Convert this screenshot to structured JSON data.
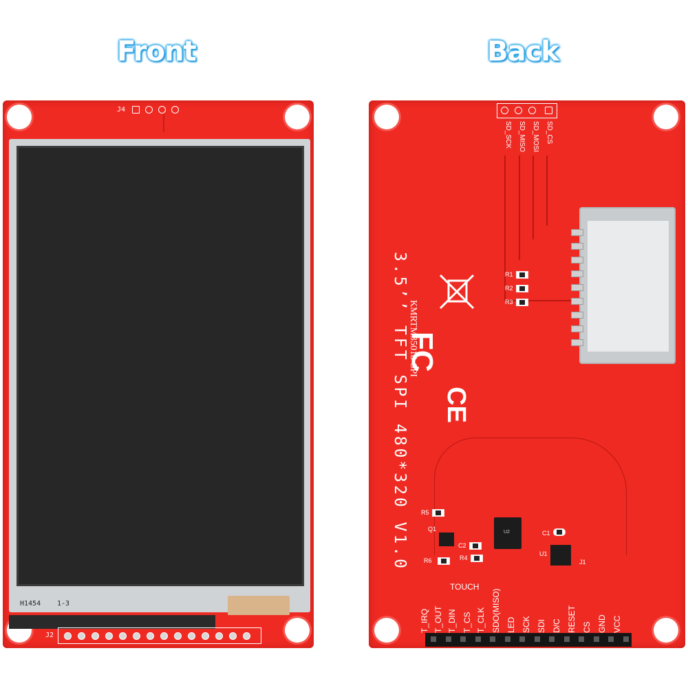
{
  "headings": {
    "front": "Front",
    "back": "Back"
  },
  "front": {
    "connector_j4_label": "J4",
    "connector_j2_label": "J2",
    "fpc_marking": "H1454",
    "fpc_marking_2": "1-3",
    "header_pin_count": 14
  },
  "back": {
    "sd_pins": [
      "SD_SCK",
      "SD_MISO",
      "SD_MOSI",
      "SD_CS"
    ],
    "model_title": "3.5’’ TFT SPI 480*320 V1.0",
    "model_number": "KMRTM35018-SPI",
    "certification_fc": "FC",
    "certification_ce": "CE",
    "resistor_labels": [
      "R1",
      "R2",
      "R3"
    ],
    "component_labels": {
      "r5": "R5",
      "q1": "Q1",
      "r6": "R6",
      "c2": "C2",
      "r4": "R4",
      "c1": "C1",
      "u1": "U1",
      "j1": "J1",
      "u2": "U2"
    },
    "touch_label": "TOUCH",
    "header_pins": [
      "T_IRQ",
      "T_OUT",
      "T_DIN",
      "T_CS",
      "T_CLK",
      "SDO(MISO)",
      "LED",
      "SCK",
      "SDI",
      "D/C",
      "RESET",
      "CS",
      "GND",
      "VCC"
    ]
  },
  "colors": {
    "pcb_red": "#ef2a23",
    "screen_black": "#272727",
    "heading_blue": "#29a7ea"
  }
}
